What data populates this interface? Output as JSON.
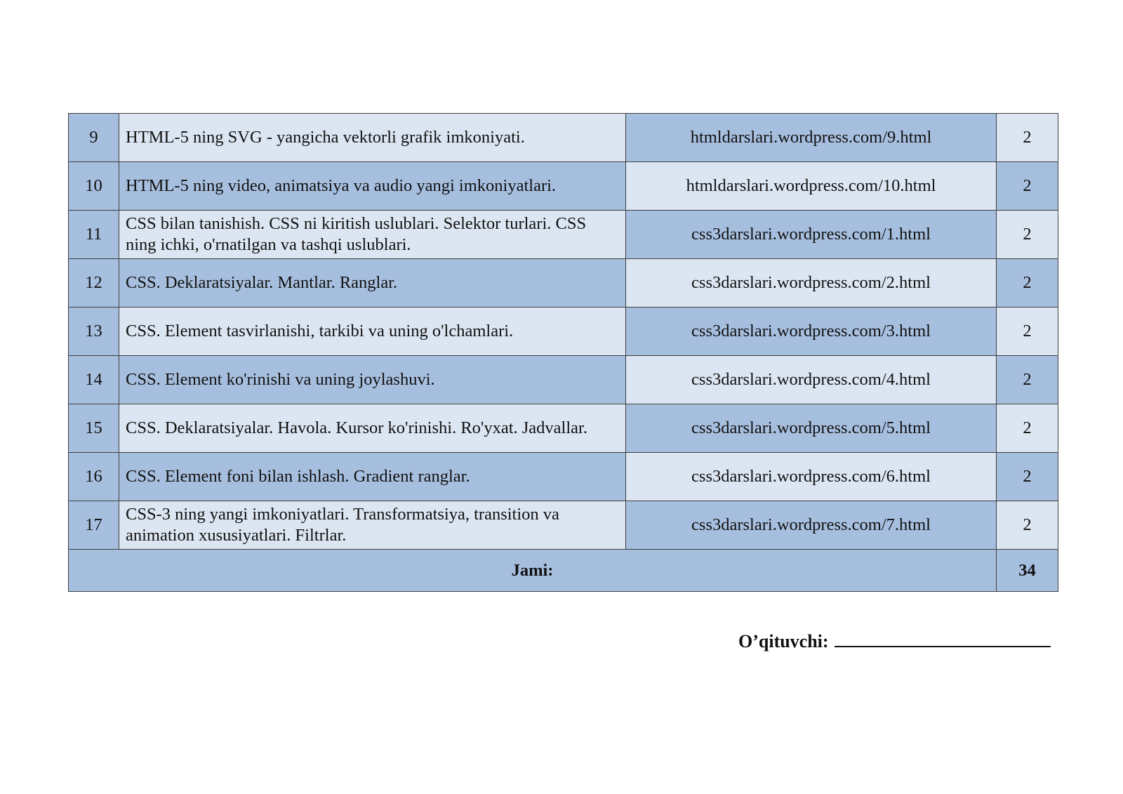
{
  "table": {
    "rows": [
      {
        "num": "9",
        "topic": "HTML-5 ning SVG - yangicha vektorli grafik imkoniyati.",
        "link": "htmldarslari.wordpress.com/9.html",
        "hours": "2"
      },
      {
        "num": "10",
        "topic": "HTML-5 ning video, animatsiya va audio yangi imkoniyatlari.",
        "link": "htmldarslari.wordpress.com/10.html",
        "hours": "2"
      },
      {
        "num": "11",
        "topic": "CSS bilan tanishish. CSS ni kiritish uslublari. Selektor turlari. CSS ning ichki, o'rnatilgan va tashqi uslublari.",
        "link": "css3darslari.wordpress.com/1.html",
        "hours": "2"
      },
      {
        "num": "12",
        "topic": "CSS. Deklaratsiyalar. Mantlar. Ranglar.",
        "link": "css3darslari.wordpress.com/2.html",
        "hours": "2"
      },
      {
        "num": "13",
        "topic": "CSS. Element tasvirlanishi, tarkibi va uning o'lchamlari.",
        "link": "css3darslari.wordpress.com/3.html",
        "hours": "2"
      },
      {
        "num": "14",
        "topic": "CSS. Element ko'rinishi va uning joylashuvi.",
        "link": "css3darslari.wordpress.com/4.html",
        "hours": "2"
      },
      {
        "num": "15",
        "topic": "CSS. Deklaratsiyalar. Havola. Kursor ko'rinishi. Ro'yxat. Jadvallar.",
        "link": "css3darslari.wordpress.com/5.html",
        "hours": "2"
      },
      {
        "num": "16",
        "topic": "CSS. Element foni bilan ishlash. Gradient ranglar.",
        "link": "css3darslari.wordpress.com/6.html",
        "hours": "2"
      },
      {
        "num": "17",
        "topic": "CSS-3 ning yangi imkoniyatlari. Transformatsiya, transition va animation xususiyatlari. Filtrlar.",
        "link": "css3darslari.wordpress.com/7.html",
        "hours": "2"
      }
    ],
    "total_label": "Jami:",
    "total_value": "34"
  },
  "footer": {
    "teacher_label": "O’qituvchi:"
  },
  "colors": {
    "cell_dark": "#a7bfdf",
    "cell_light": "#dce6f2",
    "border": "#3f3f3f"
  }
}
